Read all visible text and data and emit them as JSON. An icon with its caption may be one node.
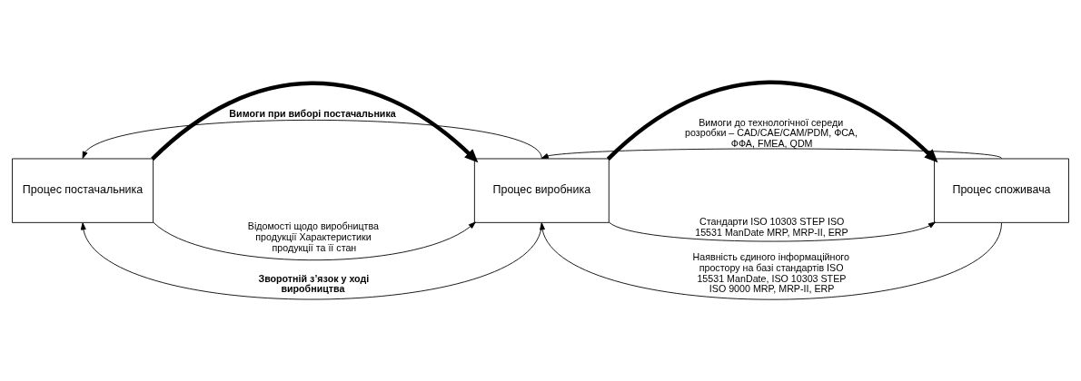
{
  "diagram": {
    "nodes": [
      {
        "text": [
          "Процес постачальника"
        ]
      },
      {
        "text": [
          "Процес виробника"
        ]
      },
      {
        "text": [
          "Процес споживача"
        ]
      }
    ],
    "edges": [
      {
        "from": 0,
        "to": 1,
        "arrow": "to",
        "style": "thick"
      },
      {
        "from": 0,
        "to": 1,
        "arrow": "to",
        "label": "Відомості щодо виробництва продукції Характеристики продукції та її стан"
      },
      {
        "from": 1,
        "to": 0,
        "arrow": "to",
        "label": "Вимоги при виборі постачальника"
      },
      {
        "from": 1,
        "to": 0,
        "arrow": "to",
        "label": "Зворотній з’язок у ході виробництва"
      },
      {
        "from": 1,
        "to": 2,
        "arrow": "to",
        "style": "thick"
      },
      {
        "from": 1,
        "to": 2,
        "arrow": "to",
        "label": "Стандарти ISO 10303 STEP ISO 15531 ManDate MRP, MRP-II, ERP"
      },
      {
        "from": 2,
        "to": 1,
        "arrow": "to",
        "label": "Вимоги до технологічної середи розробки – CAD/CAE/CAM/PDM, ФСА, ФФА, FMEA, QDM"
      },
      {
        "from": 2,
        "to": 1,
        "arrow": "to",
        "label": "Наявність єдиного інформаційного простору на базі стандартів ISO 15531 ManDate, ISO 10303 STEP ISO 9000 MRP, MRP-II, ERP"
      }
    ]
  }
}
